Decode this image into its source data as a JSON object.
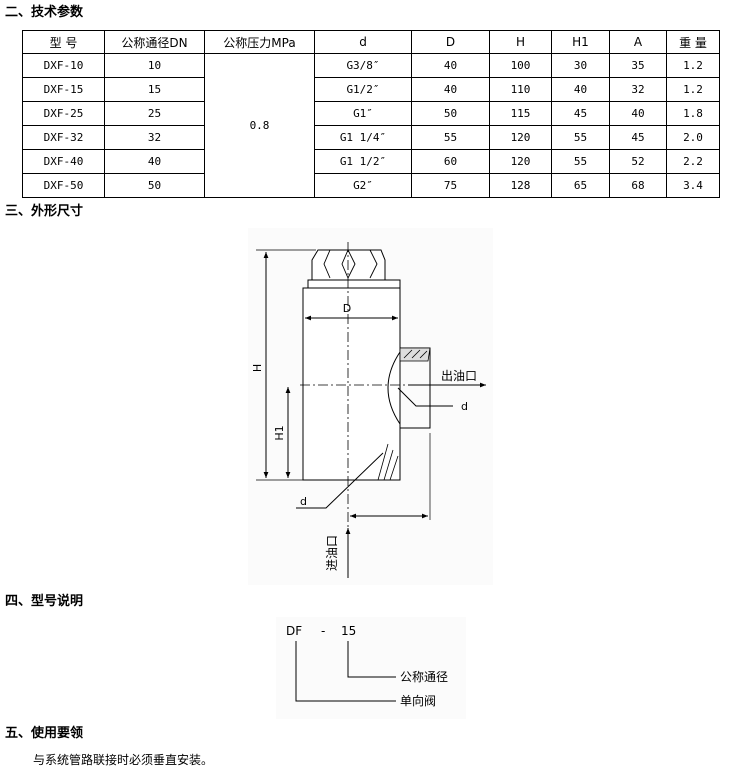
{
  "sections": {
    "spec": "二、技术参数",
    "dims": "三、外形尺寸",
    "model": "四、型号说明",
    "usage": "五、使用要领"
  },
  "table": {
    "headers": [
      "型 号",
      "公称通径DN",
      "公称压力MPa",
      "d",
      "D",
      "H",
      "H1",
      "A",
      "重 量"
    ],
    "pressure": "0.8",
    "rows": [
      {
        "model": "DXF-10",
        "dn": "10",
        "d": "G3/8″",
        "D": "40",
        "H": "100",
        "H1": "30",
        "A": "35",
        "weight": "1.2"
      },
      {
        "model": "DXF-15",
        "dn": "15",
        "d": "G1/2″",
        "D": "40",
        "H": "110",
        "H1": "40",
        "A": "32",
        "weight": "1.2"
      },
      {
        "model": "DXF-25",
        "dn": "25",
        "d": "G1″",
        "D": "50",
        "H": "115",
        "H1": "45",
        "A": "40",
        "weight": "1.8"
      },
      {
        "model": "DXF-32",
        "dn": "32",
        "d": "G1 1/4″",
        "D": "55",
        "H": "120",
        "H1": "55",
        "A": "45",
        "weight": "2.0"
      },
      {
        "model": "DXF-40",
        "dn": "40",
        "d": "G1 1/2″",
        "D": "60",
        "H": "120",
        "H1": "55",
        "A": "52",
        "weight": "2.2"
      },
      {
        "model": "DXF-50",
        "dn": "50",
        "d": "G2″",
        "D": "75",
        "H": "128",
        "H1": "65",
        "A": "68",
        "weight": "3.4"
      }
    ]
  },
  "drawing": {
    "label_D": "D",
    "label_H": "H",
    "label_H1": "H1",
    "label_d_outlet": "d",
    "label_d_inlet": "d",
    "outlet": "出油口",
    "inlet": "进油口"
  },
  "model_code": {
    "prefix": "DF",
    "dash": "-",
    "size": "15",
    "size_label": "公称通径",
    "type_label": "单向阀"
  },
  "usage_note": "与系统管路联接时必须垂直安装。"
}
